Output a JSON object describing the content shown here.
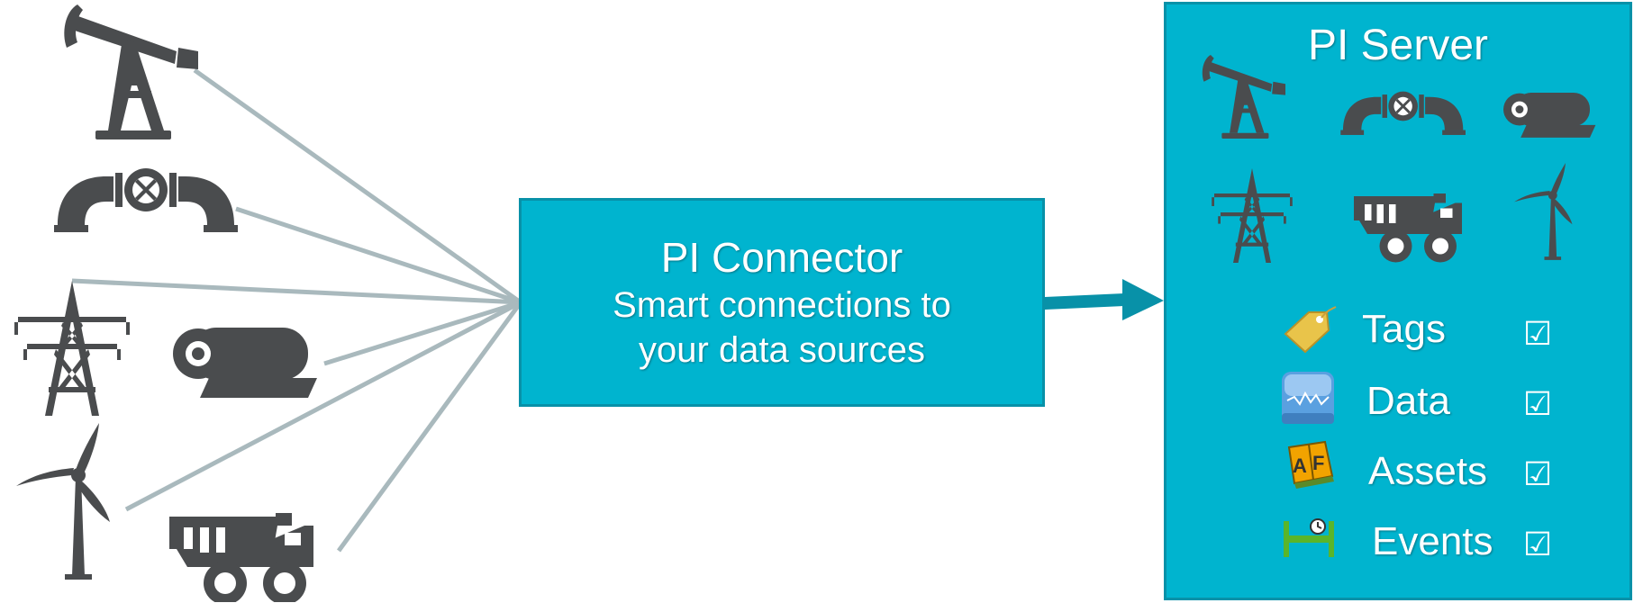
{
  "connector": {
    "title": "PI Connector",
    "line1": "Smart connections to",
    "line2": "your data sources"
  },
  "server": {
    "title": "PI Server",
    "features": [
      {
        "label": "Tags",
        "checked": true,
        "icon": "tag-icon"
      },
      {
        "label": "Data",
        "checked": true,
        "icon": "trend-chart-icon"
      },
      {
        "label": "Assets",
        "checked": true,
        "icon": "af-asset-icon"
      },
      {
        "label": "Events",
        "checked": true,
        "icon": "event-timeline-icon"
      }
    ],
    "check_glyph": "☑"
  },
  "sources": [
    "pump-jack-icon",
    "pipe-valve-icon",
    "power-tower-icon",
    "paper-roll-icon",
    "wind-turbine-icon",
    "haul-truck-icon"
  ],
  "colors": {
    "accent": "#00b4cf",
    "accent_border": "#0891a8",
    "icon": "#4a4c4e",
    "line": "#a9b9bd"
  }
}
